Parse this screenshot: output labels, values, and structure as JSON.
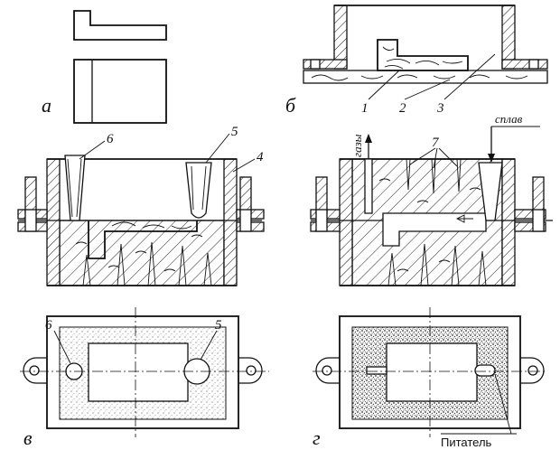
{
  "labels": {
    "panel_a": "а",
    "panel_b": "б",
    "panel_v": "в",
    "panel_g": "г",
    "num_1": "1",
    "num_2": "2",
    "num_3": "3",
    "num_4": "4",
    "num_5_left": "5",
    "num_6_left": "6",
    "num_7": "7",
    "num_5_bottom": "5",
    "num_6_bottom": "6",
    "gases": "газы",
    "alloy": "сплав",
    "feeder": "Питатель"
  }
}
